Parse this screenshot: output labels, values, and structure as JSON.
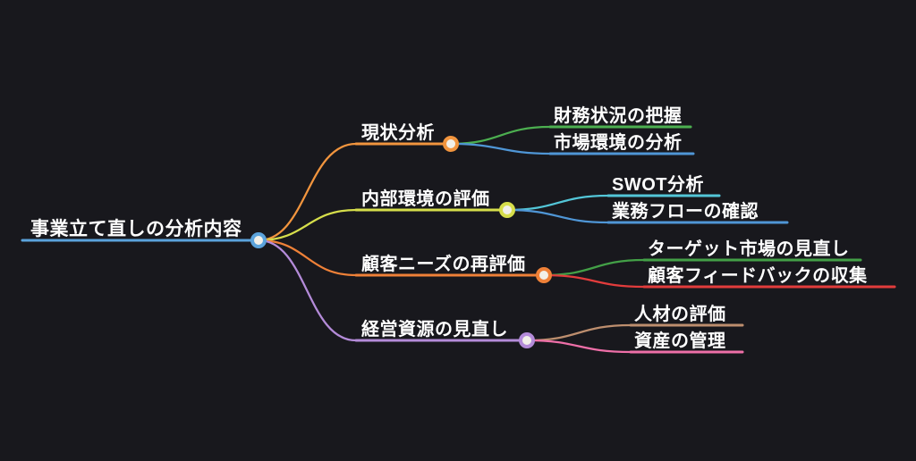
{
  "canvas": {
    "background": "#18181d",
    "text_color": "#ffffff"
  },
  "root": {
    "label": "事業立て直しの分析内容",
    "color": "#5ba3dc"
  },
  "branches": [
    {
      "label": "現状分析",
      "color": "#f2953e",
      "children": [
        {
          "label": "財務状況の把握",
          "color": "#4caf50"
        },
        {
          "label": "市場環境の分析",
          "color": "#4f96d6"
        }
      ]
    },
    {
      "label": "内部環境の評価",
      "color": "#d6de4b",
      "children": [
        {
          "label": "SWOT分析",
          "color": "#53c6d8"
        },
        {
          "label": "業務フローの確認",
          "color": "#4f96d6"
        }
      ]
    },
    {
      "label": "顧客ニーズの再評価",
      "color": "#ef8138",
      "children": [
        {
          "label": "ターゲット市場の見直し",
          "color": "#43a047"
        },
        {
          "label": "顧客フィードバックの収集",
          "color": "#e23c3c"
        }
      ]
    },
    {
      "label": "経営資源の見直し",
      "color": "#b48bd9",
      "children": [
        {
          "label": "人材の評価",
          "color": "#bd8e6e"
        },
        {
          "label": "資産の管理",
          "color": "#ee6fa8"
        }
      ]
    }
  ]
}
